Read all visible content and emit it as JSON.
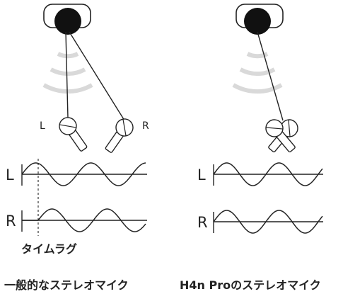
{
  "left_panel": {
    "mic_label_l": "L",
    "mic_label_r": "R",
    "wave_label_l": "L",
    "wave_label_r": "R",
    "time_lag_label": "タイムラグ",
    "caption": "一般的なステレオマイク"
  },
  "right_panel": {
    "wave_label_l": "L",
    "wave_label_r": "R",
    "caption": "H4n Proのステレオマイク"
  },
  "colors": {
    "line": "#222222",
    "sound_waves": "#d9d9d9",
    "speaker": "#111111"
  }
}
